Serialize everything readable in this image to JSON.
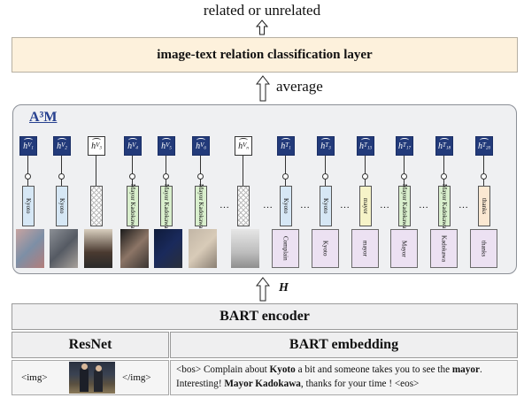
{
  "top_label": "related or unrelated",
  "classifier": "image-text relation classification layer",
  "average": "average",
  "a3m": "A³M",
  "h_label": "H",
  "encoder": "BART encoder",
  "resnet": "ResNet",
  "bart_embedding": "BART embedding",
  "img_open": "<img>",
  "img_close": "</img>",
  "sentence": {
    "p1": "<bos> Complain about ",
    "k1": "Kyoto",
    "p2": " a bit and someone takes you to see the ",
    "k2": "mayor",
    "p3": ". Interesting! ",
    "k3": "Mayor Kadokawa",
    "p4": ", thanks for your time ! <eos>"
  },
  "visual_nodes": [
    {
      "label": "hV1",
      "value": "Kyoto",
      "style": "blue",
      "dark": true
    },
    {
      "label": "hV2",
      "value": "Kyoto",
      "style": "blue",
      "dark": true
    },
    {
      "label": "hV3",
      "value": "",
      "style": "hatch",
      "dark": false
    },
    {
      "label": "hV4",
      "value": "Mayor Kadokawa",
      "style": "green",
      "dark": true
    },
    {
      "label": "hV5",
      "value": "Mayor Kadokawa",
      "style": "green",
      "dark": true
    },
    {
      "label": "hV6",
      "value": "Mayor Kadokawa",
      "style": "green",
      "dark": true
    },
    {
      "label": "hVn",
      "value": "",
      "style": "hatch",
      "dark": false
    }
  ],
  "text_nodes": [
    {
      "label": "hT1",
      "value": "Kyoto",
      "style": "blue",
      "token": "Complain"
    },
    {
      "label": "hT3",
      "value": "Kyoto",
      "style": "blue",
      "token": "Kyoto"
    },
    {
      "label": "hT13",
      "value": "mayor",
      "style": "yellow",
      "token": "mayor"
    },
    {
      "label": "hT17",
      "value": "Mayor Kadokawa",
      "style": "green",
      "token": "Mayor"
    },
    {
      "label": "hT18",
      "value": "Mayor Kadokawa",
      "style": "green",
      "token": "Kadokawa"
    },
    {
      "label": "hT20",
      "value": "thanks",
      "style": "peach",
      "token": "thanks"
    }
  ],
  "colors": {
    "dark_node": "#223a7a",
    "a3m_title": "#26408f",
    "classifier_bg": "#fdf1dc"
  }
}
